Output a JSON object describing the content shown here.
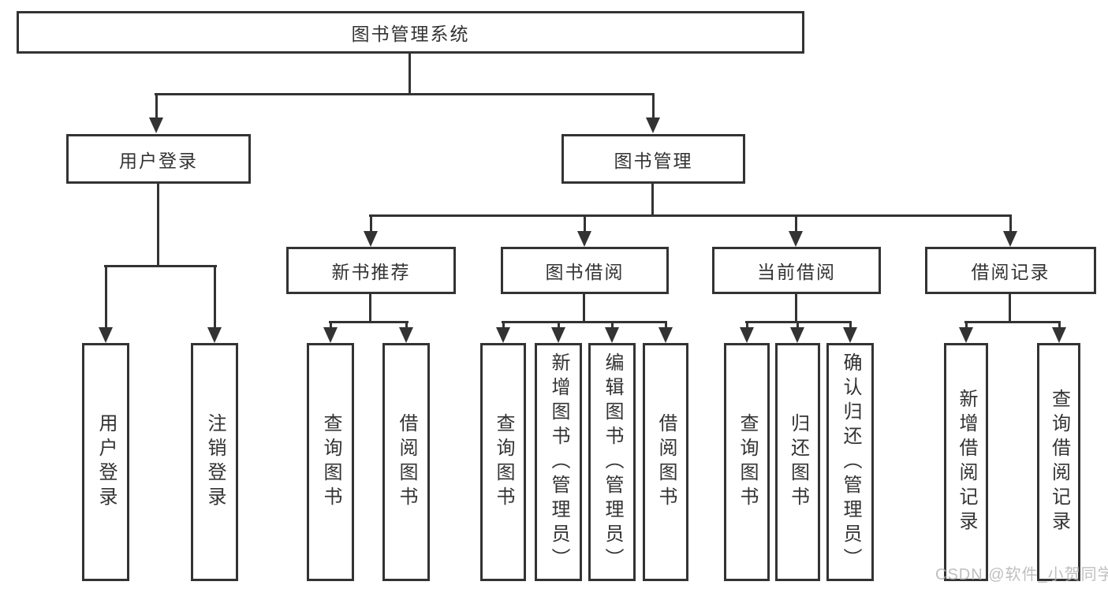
{
  "colors": {
    "line": "#333333",
    "text": "#333333",
    "background": "#ffffff",
    "watermark": "#b5b5b5"
  },
  "watermark": "CSDN @软件_小贺同学",
  "tree": {
    "root": "图书管理系统",
    "branches": [
      {
        "label": "用户登录",
        "children": [
          "用户登录",
          "注销登录"
        ]
      },
      {
        "label": "图书管理",
        "groups": [
          {
            "label": "新书推荐",
            "children": [
              "查询图书",
              "借阅图书"
            ]
          },
          {
            "label": "图书借阅",
            "children": [
              "查询图书",
              "新增图书（管理员）",
              "编辑图书（管理员）",
              "借阅图书"
            ]
          },
          {
            "label": "当前借阅",
            "children": [
              "查询图书",
              "归还图书",
              "确认归还（管理员）"
            ]
          },
          {
            "label": "借阅记录",
            "children": [
              "新增借阅记录",
              "查询借阅记录"
            ]
          }
        ]
      }
    ]
  }
}
